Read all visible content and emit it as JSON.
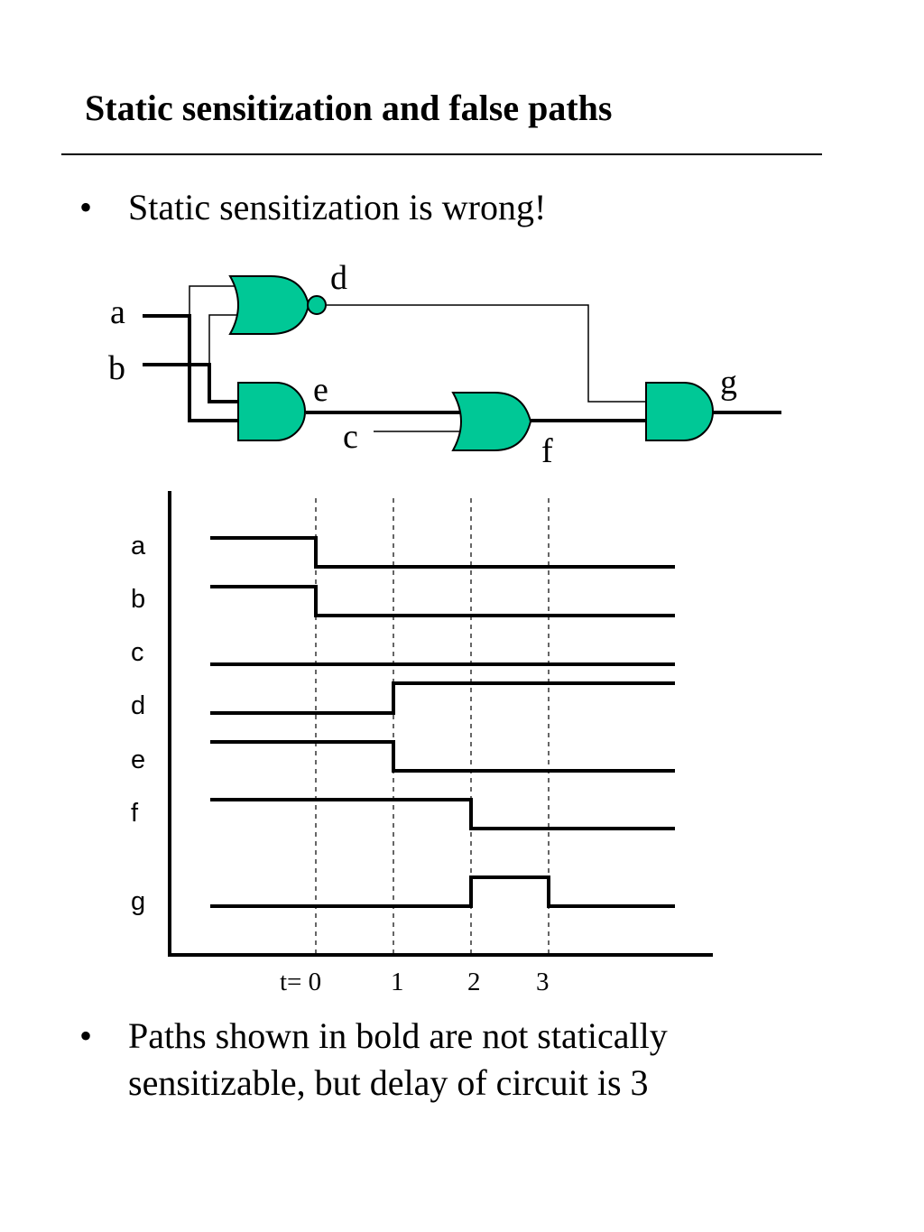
{
  "slide": {
    "title": "Static sensitization and false paths",
    "bullet_char": "•",
    "bullets": [
      "Static sensitization is wrong!",
      "Paths shown in bold are not statically",
      "sensitizable, but delay of circuit is 3"
    ]
  },
  "circuit": {
    "gate_color": "#00c896",
    "labels": {
      "a": "a",
      "b": "b",
      "c": "c",
      "d": "d",
      "e": "e",
      "f": "f",
      "g": "g"
    }
  },
  "timing": {
    "signals": [
      "a",
      "b",
      "c",
      "d",
      "e",
      "f",
      "g"
    ],
    "time_labels": [
      "t= 0",
      "1",
      "2",
      "3"
    ],
    "transitions": {
      "a": [
        [
          null,
          1
        ],
        [
          0,
          0
        ]
      ],
      "b": [
        [
          null,
          1
        ],
        [
          0,
          0
        ]
      ],
      "c": [
        [
          null,
          1
        ]
      ],
      "d": [
        [
          null,
          0
        ],
        [
          1,
          1
        ]
      ],
      "e": [
        [
          null,
          1
        ],
        [
          1,
          0
        ]
      ],
      "f": [
        [
          null,
          1
        ],
        [
          2,
          0
        ]
      ],
      "g": [
        [
          null,
          0
        ],
        [
          2,
          1
        ],
        [
          3,
          0
        ]
      ]
    }
  }
}
